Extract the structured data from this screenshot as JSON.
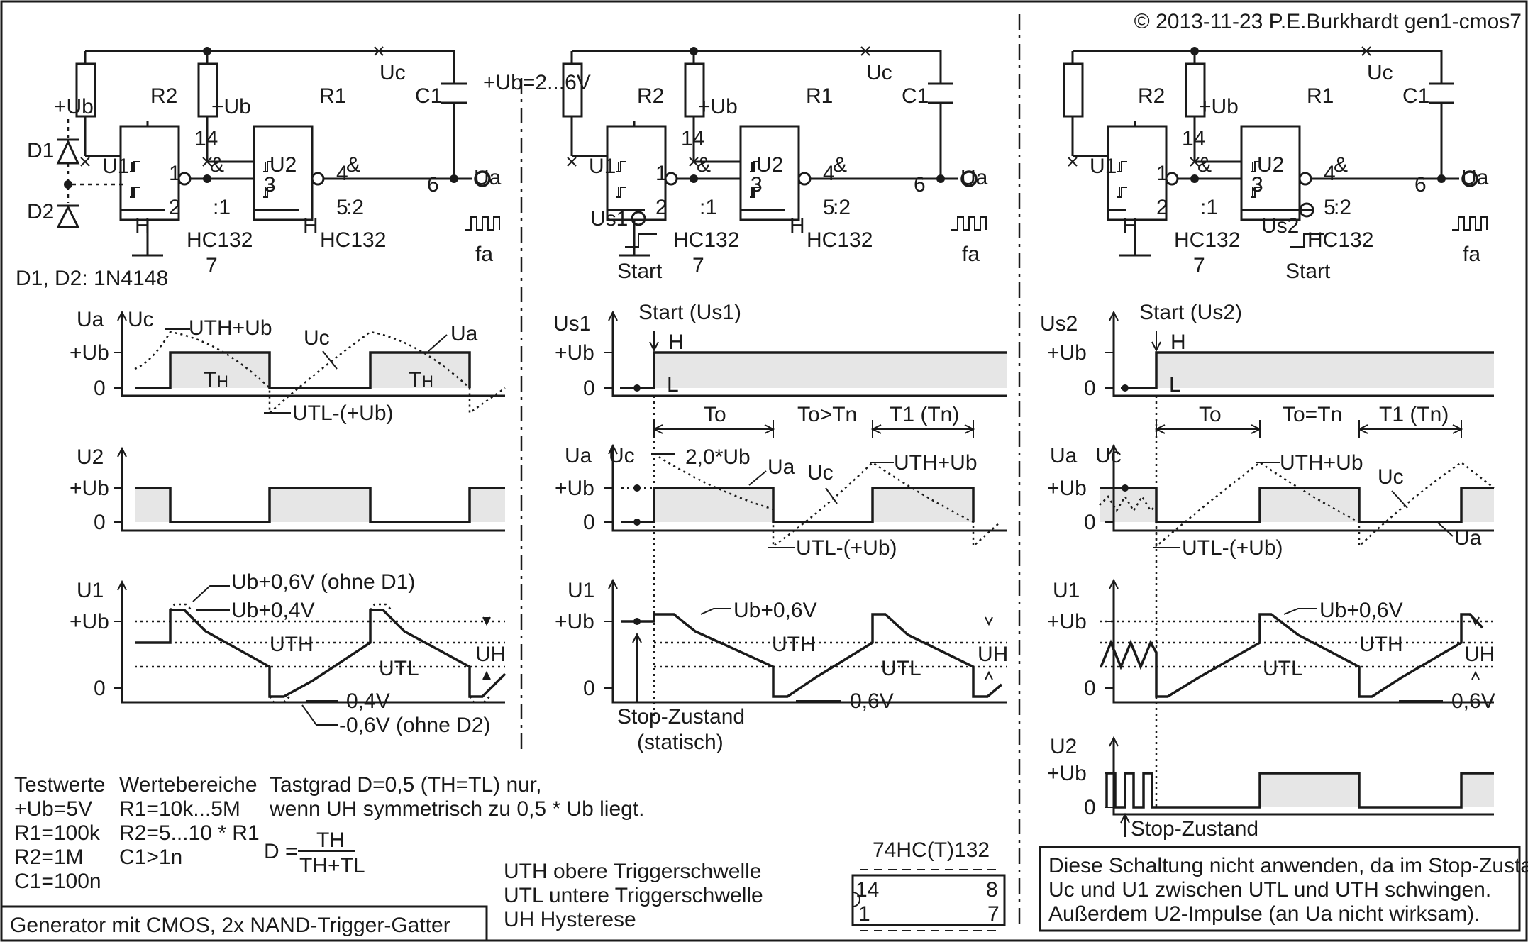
{
  "copyright": "© 2013-11-23 P.E.Burkhardt gen1-cmos7",
  "supply_range": "+Ub=2...6V",
  "comp": {
    "R1": "R1",
    "R2": "R2",
    "C1": "C1",
    "Uc": "Uc",
    "U1": "U1",
    "U2": "U2",
    "Ub": "+Ub",
    "H": "H",
    "Ua": "Ua",
    "fa": "fa",
    "amp": "&",
    "g1": ":1",
    "g2": ":2",
    "ic": "HC132",
    "p1": "1",
    "p2": "2",
    "p3": "3",
    "p4": "4",
    "p5": "5",
    "p6": "6",
    "p7": "7",
    "p14": "14",
    "D1": "D1",
    "D2": "D2",
    "Us1": "Us1",
    "Us2": "Us2",
    "start": "Start"
  },
  "diodes_note": "D1, D2: 1N4148",
  "wave": {
    "ua_uc_a": "Ua",
    "ua_uc_b": "Uc",
    "pub": "+Ub",
    "zero": "0",
    "u2": "U2",
    "u1": "U1",
    "us1": "Us1",
    "us2": "Us2",
    "uth_ub": "UTH+Ub",
    "utl_ub": "UTL-(+Ub)",
    "th_a": "T",
    "th_b": "H",
    "uc": "Uc",
    "ua": "Ua",
    "ub06_d1": "Ub+0,6V (ohne D1)",
    "ub04": "Ub+0,4V",
    "ub06": "Ub+0,6V",
    "uth": "UTH",
    "utl": "UTL",
    "uh": "UH",
    "m04": "-0,4V",
    "m06_d2": "-0,6V (ohne D2)",
    "m06": "-0,6V",
    "start_us1": "Start (Us1)",
    "start_us2": "Start (Us2)",
    "H": "H",
    "L": "L",
    "To": "To",
    "to_gt_tn": "To>Tn",
    "to_eq_tn": "To=Tn",
    "t1tn": "T1 (Tn)",
    "two_ub": "2,0*Ub",
    "stop1": "Stop-Zustand",
    "stop2": "(statisch)",
    "stop3": "Stop-Zustand"
  },
  "test_values": {
    "title": "Testwerte",
    "items": [
      "+Ub=5V",
      "R1=100k",
      "R2=1M",
      "C1=100n"
    ]
  },
  "ranges": {
    "title": "Wertebereiche",
    "items": [
      "R1=10k...5M",
      "R2=5...10 * R1",
      "C1>1n"
    ]
  },
  "duty": {
    "line1": "Tastgrad D=0,5 (TH=TL) nur,",
    "line2": "wenn UH symmetrisch zu 0,5 * Ub liegt.",
    "D": "D =",
    "num": "TH",
    "den": "TH+TL"
  },
  "legend": [
    "UTH obere Triggerschwelle",
    "UTL  untere Triggerschwelle",
    "UH   Hysterese"
  ],
  "chip": {
    "title": "74HC(T)132",
    "p14": "14",
    "p8": "8",
    "p1": "1",
    "p7": "7"
  },
  "warning": [
    "Diese Schaltung nicht anwenden, da im Stop-Zustand",
    "Uc und U1 zwischen UTL und UTH schwingen.",
    "Außerdem U2-Impulse (an Ua nicht wirksam)."
  ],
  "footer_title": "Generator mit CMOS, 2x NAND-Trigger-Gatter"
}
